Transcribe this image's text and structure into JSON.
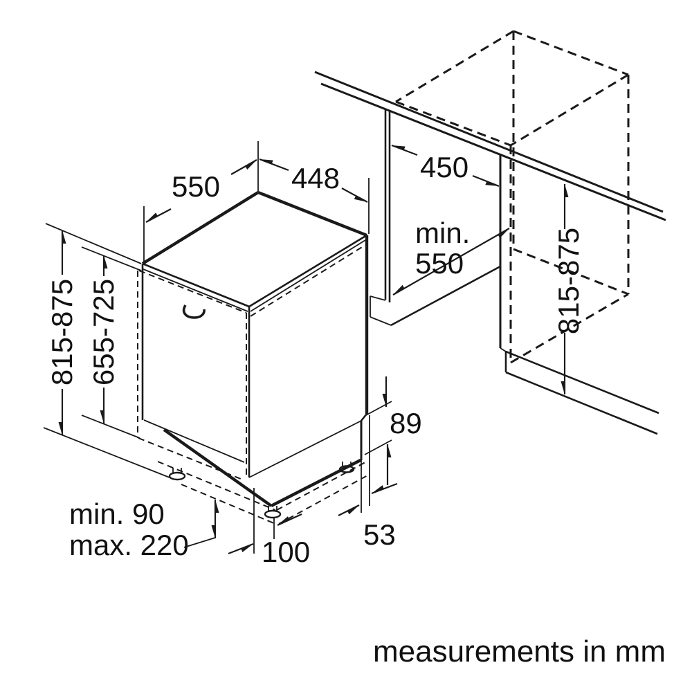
{
  "diagram": {
    "caption": "measurements in mm",
    "colors": {
      "line": "#1a1a1a",
      "background": "#ffffff"
    },
    "labels": {
      "appliance_depth": "550",
      "appliance_width": "448",
      "niche_width": "450",
      "niche_depth_line1": "min.",
      "niche_depth_line2": "550",
      "appliance_height_left": "815-875",
      "door_panel_height": "655-725",
      "niche_height_right": "815-875",
      "plinth_min": "min. 90",
      "plinth_max": "max. 220",
      "foot_setback": "100",
      "base_height": "89",
      "base_depth": "53"
    }
  }
}
